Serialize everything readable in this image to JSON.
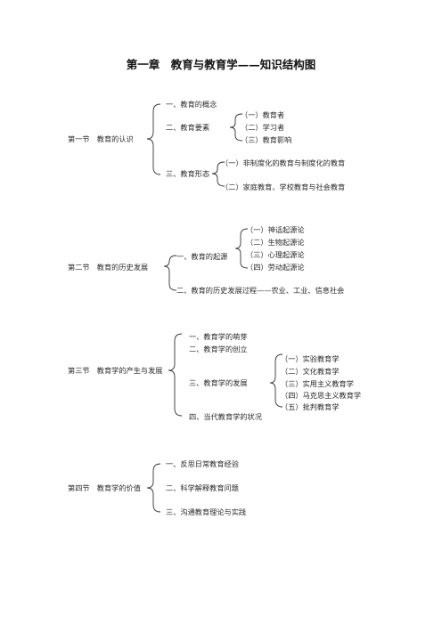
{
  "title": "第一章　教育与教育学——知识结构图",
  "sections": [
    {
      "label": "第一节　教育的认识",
      "items": [
        {
          "label": "一、教育的概念"
        },
        {
          "label": "二、教育要素",
          "children": [
            "（一）教育者",
            "（二）学习者",
            "（三）教育影响"
          ]
        },
        {
          "label": "三、教育形态",
          "children": [
            "（一）非制度化的教育与制度化的教育",
            "（二）家庭教育、学校教育与社会教育"
          ]
        }
      ]
    },
    {
      "label": "第二节　教育的历史发展",
      "items": [
        {
          "label": "一、教育的起源",
          "children": [
            "（一）神话起源论",
            "（二）生物起源论",
            "（三）心理起源论",
            "（四）劳动起源论"
          ]
        },
        {
          "label": "二、教育的历史发展过程——农业、工业、信息社会"
        }
      ]
    },
    {
      "label": "第三节　教育学的产生与发展",
      "items": [
        {
          "label": "一、教育学的萌芽"
        },
        {
          "label": "二、教育学的创立"
        },
        {
          "label": "三、教育学的发展",
          "children": [
            "（一）实验教育学",
            "（二）文化教育学",
            "（三）实用主义教育学",
            "（四）马克思主义教育学",
            "（五）批判教育学"
          ]
        },
        {
          "label": "四、当代教育学的状况"
        }
      ]
    },
    {
      "label": "第四节　教育学的价值",
      "items": [
        {
          "label": "一、反思日常教育经验"
        },
        {
          "label": "二、科学解释教育问题"
        },
        {
          "label": "三、沟通教育理论与实践"
        }
      ]
    }
  ]
}
